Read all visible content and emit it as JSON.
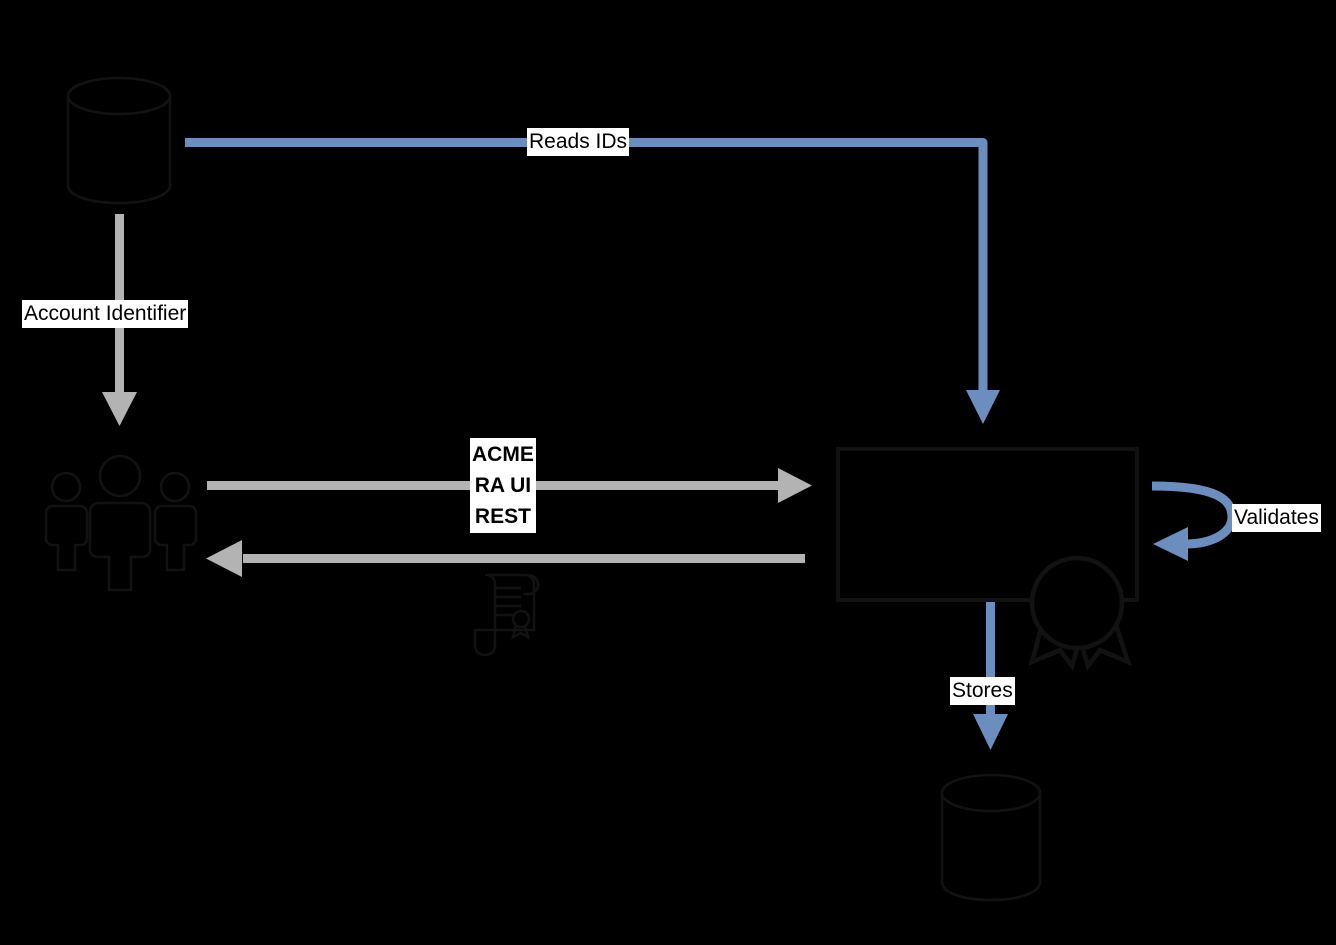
{
  "diagram": {
    "title": "ACME RA UI REST flow",
    "background_color": "#000000",
    "blue_color": "#6c8ebf",
    "gray_color": "#b3b3b3",
    "outline_color": "#121212",
    "label_bg_color": "#ffffff",
    "label_text_color": "#000000"
  },
  "nodes": [
    {
      "id": "source-database",
      "icon": "database-cylinder-icon",
      "label": ""
    },
    {
      "id": "users-group",
      "icon": "users-group-icon",
      "label": ""
    },
    {
      "id": "certificate-request",
      "icon": "certificate-scroll-icon",
      "label": ""
    },
    {
      "id": "ra-service",
      "icon": "rectangle-node",
      "label": ""
    },
    {
      "id": "ra-seal",
      "icon": "award-seal-icon",
      "label": ""
    },
    {
      "id": "target-database",
      "icon": "database-cylinder-icon",
      "label": ""
    }
  ],
  "edges": [
    {
      "id": "reads-ids",
      "label": "Reads IDs",
      "color": "#6c8ebf",
      "from": "source-database",
      "to": "ra-service"
    },
    {
      "id": "account-identifier",
      "label": "Account Identifier",
      "color": "#b3b3b3",
      "from": "source-database",
      "to": "users-group"
    },
    {
      "id": "acme-ra-ui-rest",
      "label": "ACME\nRA UI\nREST",
      "color": "#b3b3b3",
      "from": "users-group",
      "to": "ra-service"
    },
    {
      "id": "response",
      "label": "",
      "color": "#b3b3b3",
      "from": "ra-service",
      "to": "users-group"
    },
    {
      "id": "validates",
      "label": "Validates",
      "color": "#6c8ebf",
      "from": "ra-service",
      "to": "ra-service"
    },
    {
      "id": "stores",
      "label": "Stores",
      "color": "#6c8ebf",
      "from": "ra-service",
      "to": "target-database"
    }
  ]
}
